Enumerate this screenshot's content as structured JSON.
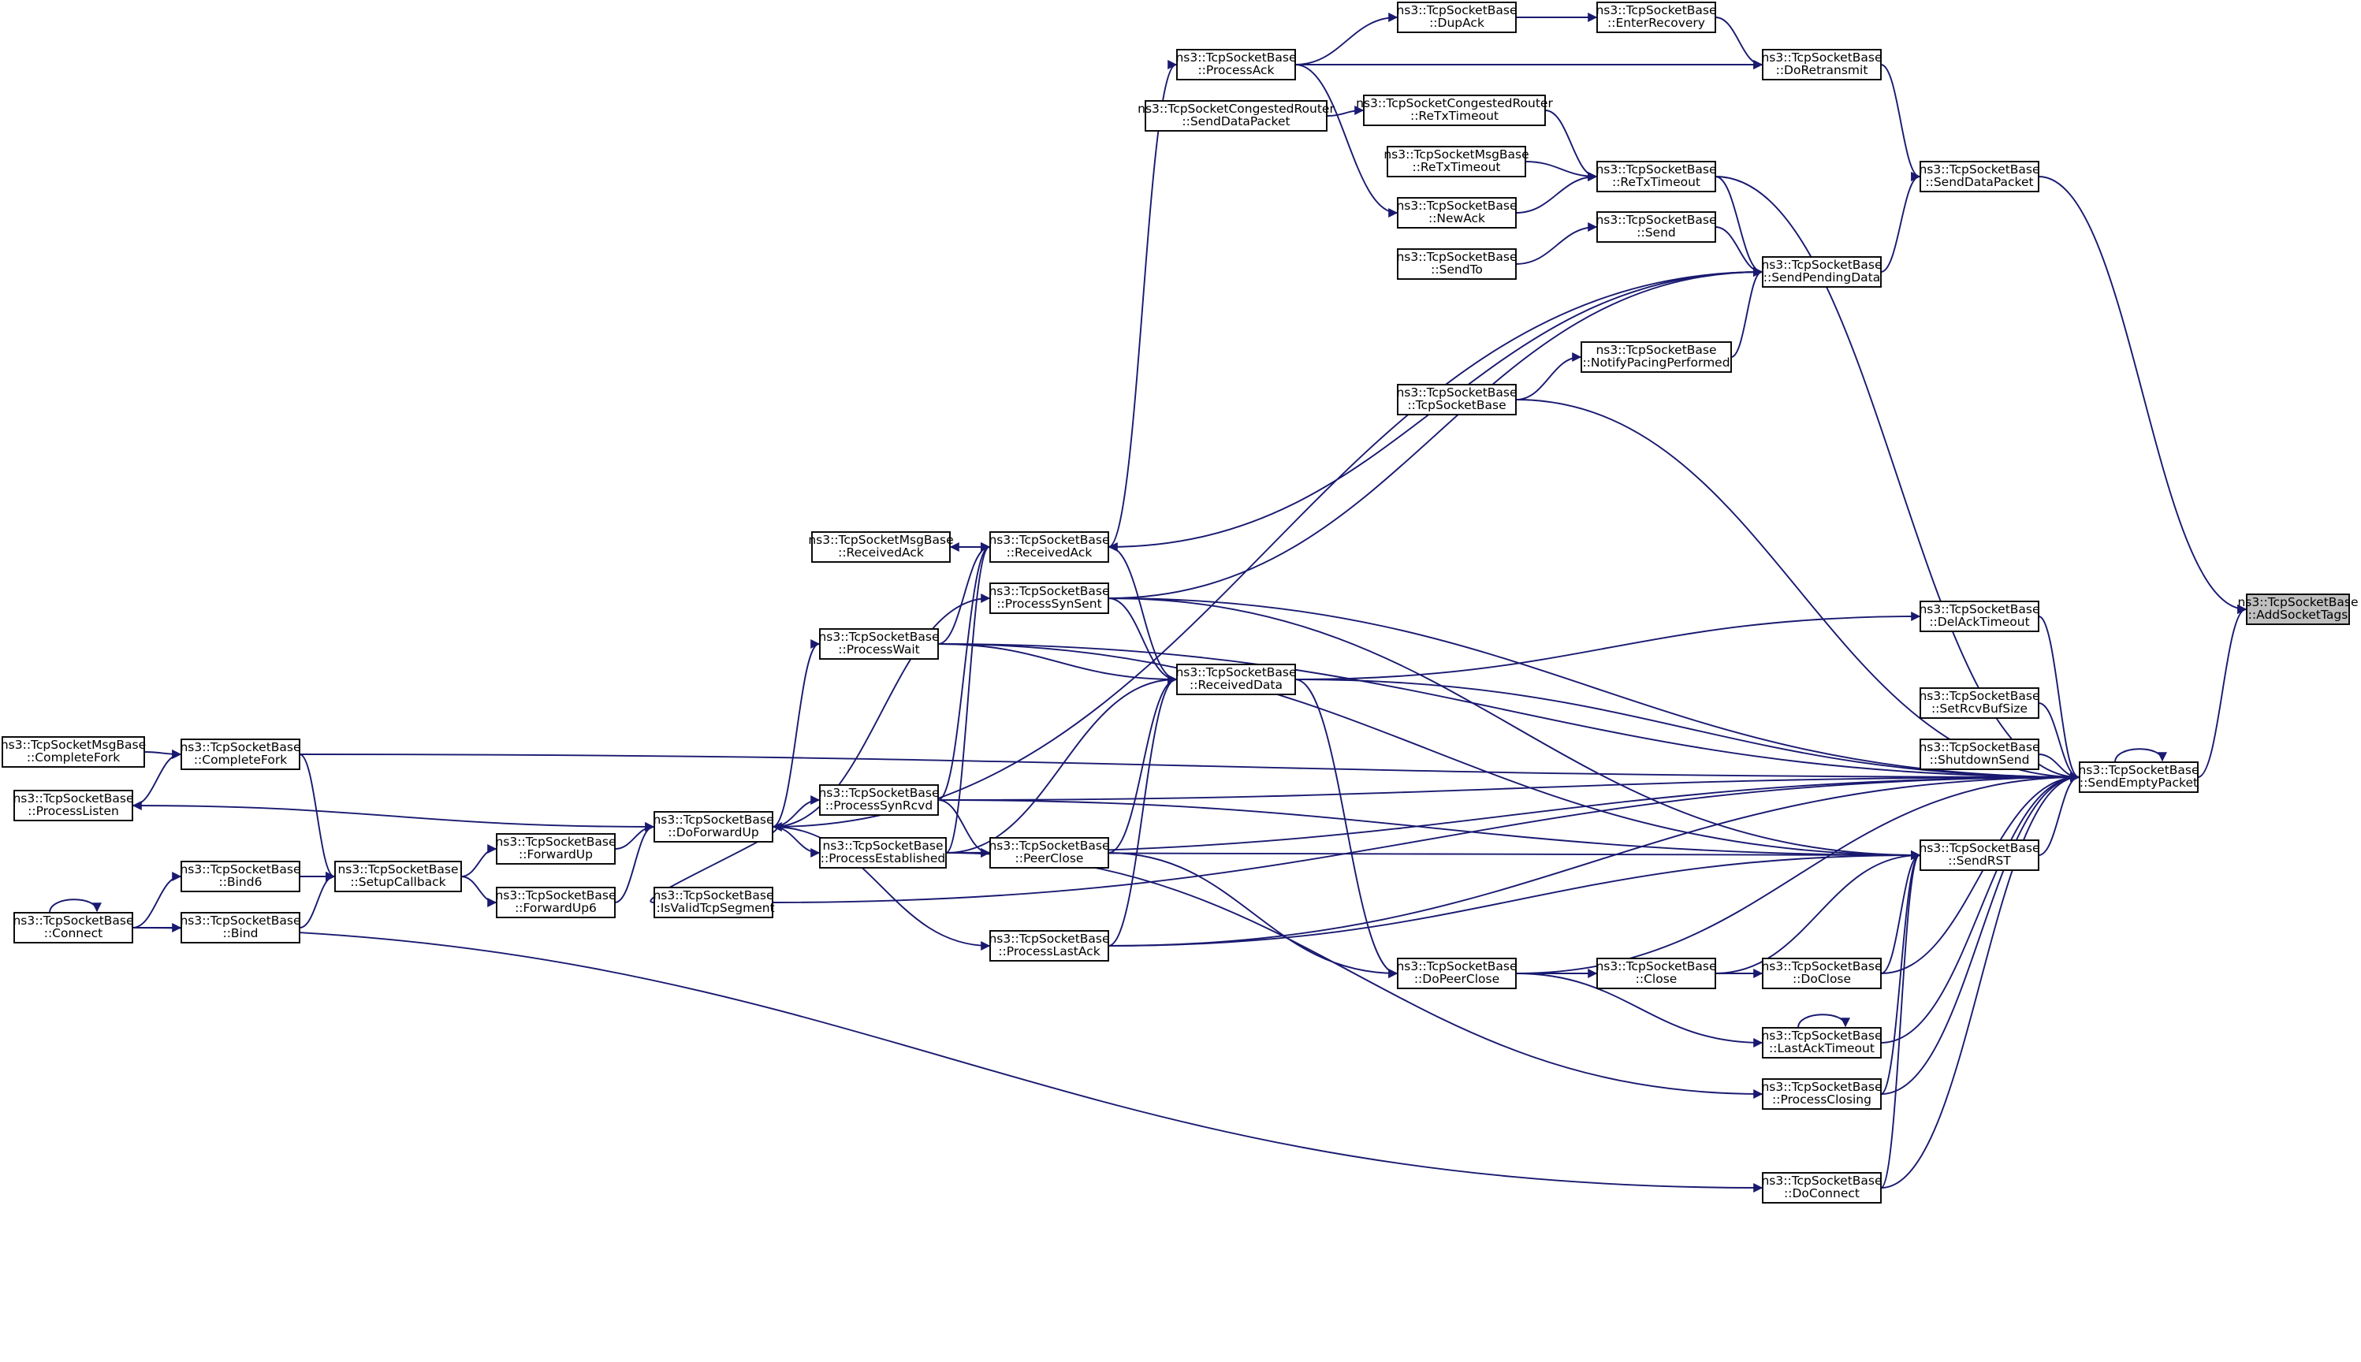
{
  "graph": {
    "edge_color": "#191970",
    "focus_fill": "#bfbfbf",
    "nodes": {
      "addsockettags": [
        "ns3::TcpSocketBase",
        "::AddSocketTags"
      ],
      "sendemptypacket": [
        "ns3::TcpSocketBase",
        "::SendEmptyPacket"
      ],
      "senddatapacket": [
        "ns3::TcpSocketBase",
        "::SendDataPacket"
      ],
      "delacktimeout": [
        "ns3::TcpSocketBase",
        "::DelAckTimeout"
      ],
      "setrcvbufsize": [
        "ns3::TcpSocketBase",
        "::SetRcvBufSize"
      ],
      "shutdownsend": [
        "ns3::TcpSocketBase",
        "::ShutdownSend"
      ],
      "sendrst": [
        "ns3::TcpSocketBase",
        "::SendRST"
      ],
      "doretransmit": [
        "ns3::TcpSocketBase",
        "::DoRetransmit"
      ],
      "sendpendingdata": [
        "ns3::TcpSocketBase",
        "::SendPendingData"
      ],
      "retxtimeout": [
        "ns3::TcpSocketBase",
        "::ReTxTimeout"
      ],
      "enterrecovery": [
        "ns3::TcpSocketBase",
        "::EnterRecovery"
      ],
      "dupack": [
        "ns3::TcpSocketBase",
        "::DupAck"
      ],
      "processack": [
        "ns3::TcpSocketBase",
        "::ProcessAck"
      ],
      "cr_retxtimeout": [
        "ns3::TcpSocketCongestedRouter",
        "::ReTxTimeout"
      ],
      "cr_senddatapacket": [
        "ns3::TcpSocketCongestedRouter",
        "::SendDataPacket"
      ],
      "msgbase_retxtimeout": [
        "ns3::TcpSocketMsgBase",
        "::ReTxTimeout"
      ],
      "newack": [
        "ns3::TcpSocketBase",
        "::NewAck"
      ],
      "send": [
        "ns3::TcpSocketBase",
        "::Send"
      ],
      "sendto": [
        "ns3::TcpSocketBase",
        "::SendTo"
      ],
      "notifypacing": [
        "ns3::TcpSocketBase",
        "::NotifyPacingPerformed"
      ],
      "tcpsocketbase": [
        "ns3::TcpSocketBase",
        "::TcpSocketBase"
      ],
      "receivedack": [
        "ns3::TcpSocketBase",
        "::ReceivedAck"
      ],
      "msgbase_receivedack": [
        "ns3::TcpSocketMsgBase",
        "::ReceivedAck"
      ],
      "processsynsent": [
        "ns3::TcpSocketBase",
        "::ProcessSynSent"
      ],
      "processwait": [
        "ns3::TcpSocketBase",
        "::ProcessWait"
      ],
      "receiveddata": [
        "ns3::TcpSocketBase",
        "::ReceivedData"
      ],
      "msgbase_completefork": [
        "ns3::TcpSocketMsgBase",
        "::CompleteFork"
      ],
      "completefork": [
        "ns3::TcpSocketBase",
        "::CompleteFork"
      ],
      "processlisten": [
        "ns3::TcpSocketBase",
        "::ProcessListen"
      ],
      "processsynrcvd": [
        "ns3::TcpSocketBase",
        "::ProcessSynRcvd"
      ],
      "doforwardup": [
        "ns3::TcpSocketBase",
        "::DoForwardUp"
      ],
      "forwardup": [
        "ns3::TcpSocketBase",
        "::ForwardUp"
      ],
      "processestablished": [
        "ns3::TcpSocketBase",
        "::ProcessEstablished"
      ],
      "peerclose": [
        "ns3::TcpSocketBase",
        "::PeerClose"
      ],
      "bind6": [
        "ns3::TcpSocketBase",
        "::Bind6"
      ],
      "setupcallback": [
        "ns3::TcpSocketBase",
        "::SetupCallback"
      ],
      "forwardup6": [
        "ns3::TcpSocketBase",
        "::ForwardUp6"
      ],
      "isvalidtcpsegment": [
        "ns3::TcpSocketBase",
        "::IsValidTcpSegment"
      ],
      "connect": [
        "ns3::TcpSocketBase",
        "::Connect"
      ],
      "bind": [
        "ns3::TcpSocketBase",
        "::Bind"
      ],
      "processlastack": [
        "ns3::TcpSocketBase",
        "::ProcessLastAck"
      ],
      "dopeerclose": [
        "ns3::TcpSocketBase",
        "::DoPeerClose"
      ],
      "close": [
        "ns3::TcpSocketBase",
        "::Close"
      ],
      "doclose": [
        "ns3::TcpSocketBase",
        "::DoClose"
      ],
      "lastacktimeout": [
        "ns3::TcpSocketBase",
        "::LastAckTimeout"
      ],
      "processclosing": [
        "ns3::TcpSocketBase",
        "::ProcessClosing"
      ],
      "doconnect": [
        "ns3::TcpSocketBase",
        "::DoConnect"
      ]
    }
  }
}
